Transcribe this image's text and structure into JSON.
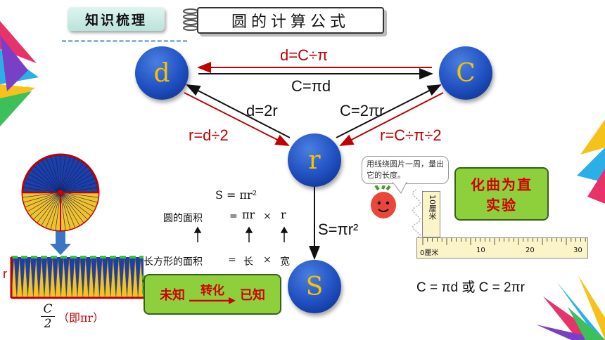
{
  "header": {
    "section_tag": "知识梳理",
    "title": "圆的计算公式"
  },
  "nodes": {
    "d": "d",
    "c": "C",
    "r": "r",
    "s": "S"
  },
  "relations": {
    "d_from_c": "d=C÷π",
    "c_from_d": "C=πd",
    "d_from_r": "d=2r",
    "c_from_r": "C=2πr",
    "r_from_d": "r=d÷2",
    "r_from_c": "r=C÷π÷2",
    "s_from_r": "S=πr²"
  },
  "derivation": {
    "area_formula": "S = πr²",
    "circle_area_label": "圆的面积",
    "eq1": "=",
    "pi_r": "πr",
    "times1": "×",
    "r_term": "r",
    "rect_area_label": "长方形的面积",
    "eq2": "=",
    "length": "长",
    "times2": "×",
    "width": "宽",
    "rect_height_label": "r",
    "half_c_num": "C",
    "half_c_den": "2",
    "half_c_note": "（即πr）"
  },
  "transform_box": {
    "unknown": "未知",
    "arrow_label": "转化",
    "known": "已知"
  },
  "experiment": {
    "bubble_text": "用线绕圆片一周，量出它的长度。",
    "box_line1": "化曲为直",
    "box_line2": "实验",
    "ruler_label": "0厘米",
    "ruler_ticks": [
      "10",
      "20",
      "30"
    ],
    "vertical_ruler_label": "10厘米",
    "circumference_formula": "C = πd 或 C = 2πr"
  },
  "colors": {
    "red_arrow": "#c00000",
    "circle_blue": "#1f4fc0",
    "node_text": "#f5c400",
    "green_box": "#8ed03c"
  }
}
